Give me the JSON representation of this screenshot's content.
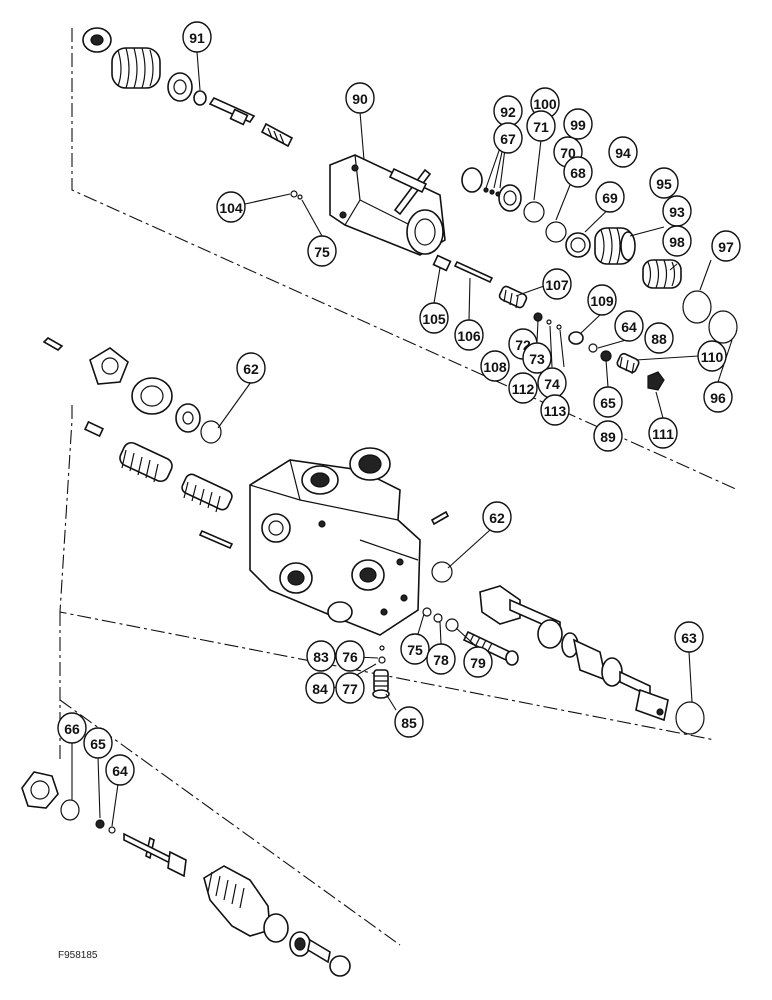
{
  "figure_id": "F958185",
  "callouts": [
    {
      "label": "91"
    },
    {
      "label": "90"
    },
    {
      "label": "92"
    },
    {
      "label": "100"
    },
    {
      "label": "67"
    },
    {
      "label": "71"
    },
    {
      "label": "99"
    },
    {
      "label": "70"
    },
    {
      "label": "94"
    },
    {
      "label": "68"
    },
    {
      "label": "95"
    },
    {
      "label": "69"
    },
    {
      "label": "93"
    },
    {
      "label": "104"
    },
    {
      "label": "75"
    },
    {
      "label": "98"
    },
    {
      "label": "97"
    },
    {
      "label": "107"
    },
    {
      "label": "105"
    },
    {
      "label": "106"
    },
    {
      "label": "109"
    },
    {
      "label": "64"
    },
    {
      "label": "88"
    },
    {
      "label": "72"
    },
    {
      "label": "108"
    },
    {
      "label": "73"
    },
    {
      "label": "112"
    },
    {
      "label": "74"
    },
    {
      "label": "113"
    },
    {
      "label": "110"
    },
    {
      "label": "65"
    },
    {
      "label": "89"
    },
    {
      "label": "96"
    },
    {
      "label": "111"
    },
    {
      "label": "62"
    },
    {
      "label": "62"
    },
    {
      "label": "63"
    },
    {
      "label": "83"
    },
    {
      "label": "76"
    },
    {
      "label": "84"
    },
    {
      "label": "77"
    },
    {
      "label": "75"
    },
    {
      "label": "78"
    },
    {
      "label": "79"
    },
    {
      "label": "85"
    },
    {
      "label": "66"
    },
    {
      "label": "65"
    },
    {
      "label": "64"
    }
  ]
}
